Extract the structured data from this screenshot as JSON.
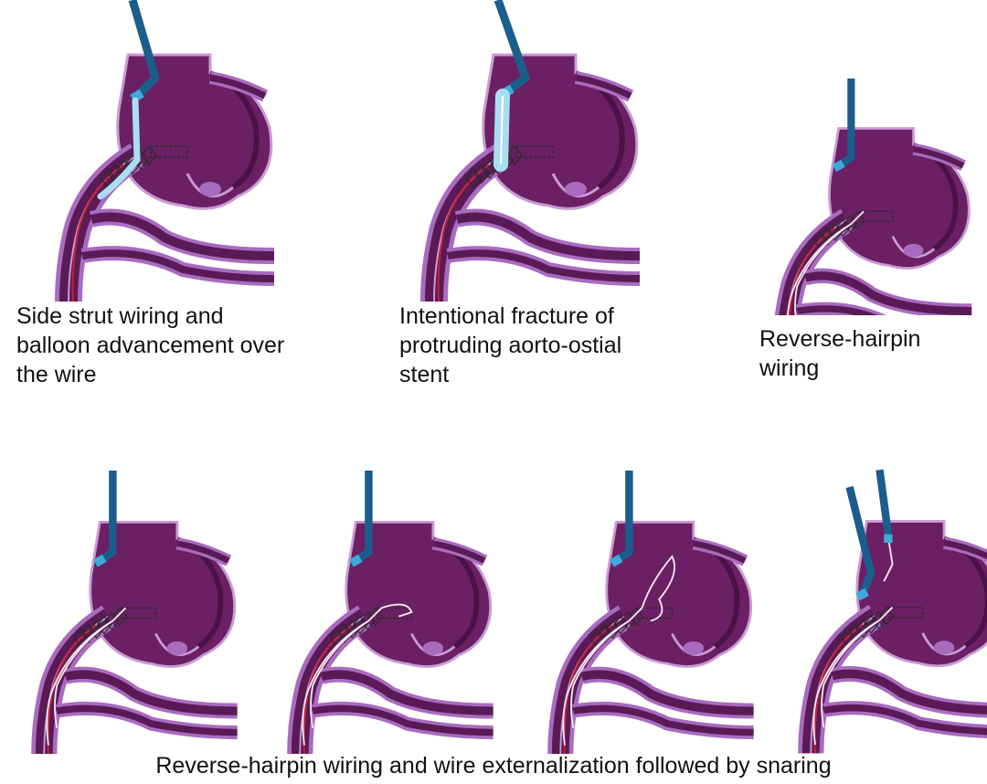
{
  "figure": {
    "colors": {
      "aorta_fill": "#6b2063",
      "aorta_dark": "#4a1245",
      "vessel_outer": "#a86bbf",
      "vessel_lumen": "#5a1a55",
      "vessel_highlight": "#c89ad6",
      "catheter": "#1b5e8c",
      "catheter_tip": "#3fa9d9",
      "balloon": "#a9def2",
      "wire": "#f4e6f0",
      "red_wire": "#c8202f",
      "stent": "#2a2a2a"
    },
    "top_row": [
      {
        "caption": "Side strut wiring and\nballoon advancement over\nthe wire",
        "variant": "balloon-wiring"
      },
      {
        "caption": "Intentional fracture of\nprotruding aorto-ostial\nstent",
        "variant": "balloon-fracture"
      },
      {
        "caption": "Reverse-hairpin\nwiring",
        "variant": "hairpin"
      }
    ],
    "bottom_row": [
      {
        "variant": "hairpin-a"
      },
      {
        "variant": "hairpin-b"
      },
      {
        "variant": "hairpin-c"
      },
      {
        "variant": "snare"
      }
    ],
    "bottom_caption": "Reverse-hairpin wiring and wire externalization followed by snaring"
  }
}
